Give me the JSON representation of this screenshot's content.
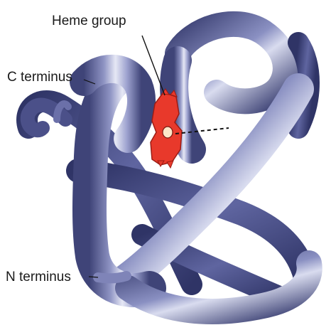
{
  "labels": {
    "heme_group": "Heme group",
    "c_terminus": "C terminus",
    "n_terminus": "N terminus"
  },
  "colors": {
    "chain_light": "#dfe2f2",
    "chain_mid": "#8f94c4",
    "chain_dark": "#3f4478",
    "heme_fill": "#e8392b",
    "heme_edge": "#9c1c14",
    "background": "#ffffff"
  },
  "icons": {
    "heme": "heme-group-icon"
  }
}
